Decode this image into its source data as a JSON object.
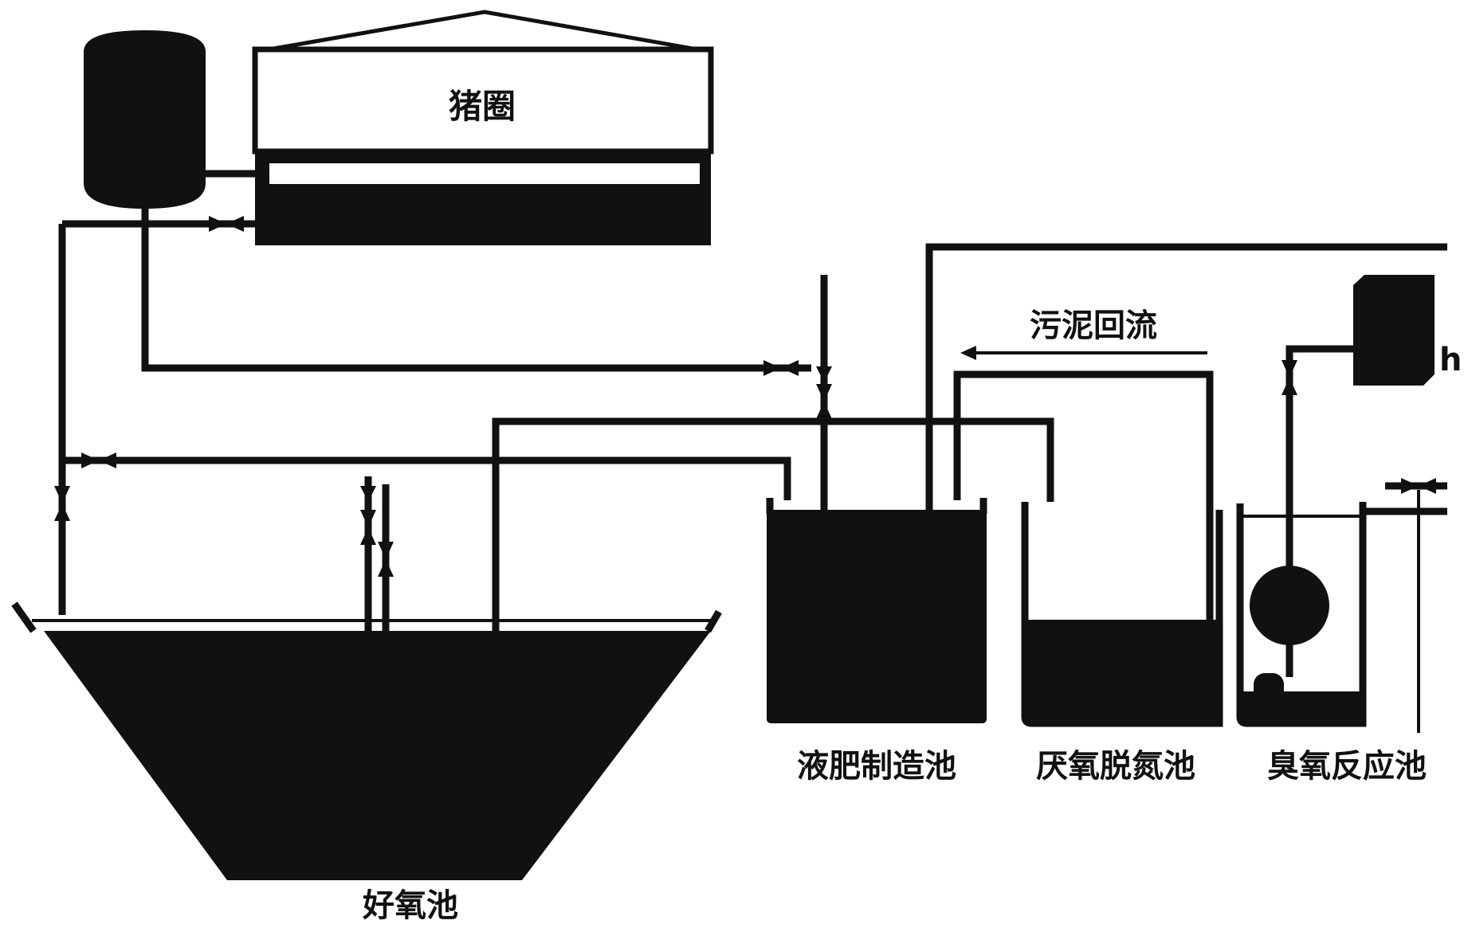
{
  "labels": {
    "pigpen": "猪圈",
    "aerobic_pond": "好氧池",
    "liquid_fertilizer_pond": "液肥制造池",
    "anaerobic_denitrification_pond": "厌氧脱氮池",
    "ozone_reaction_pond": "臭氧反应池",
    "sludge_return": "污泥回流",
    "ozone_generator_mark": "h"
  },
  "colors": {
    "ink": "#111111",
    "background": "#ffffff"
  }
}
